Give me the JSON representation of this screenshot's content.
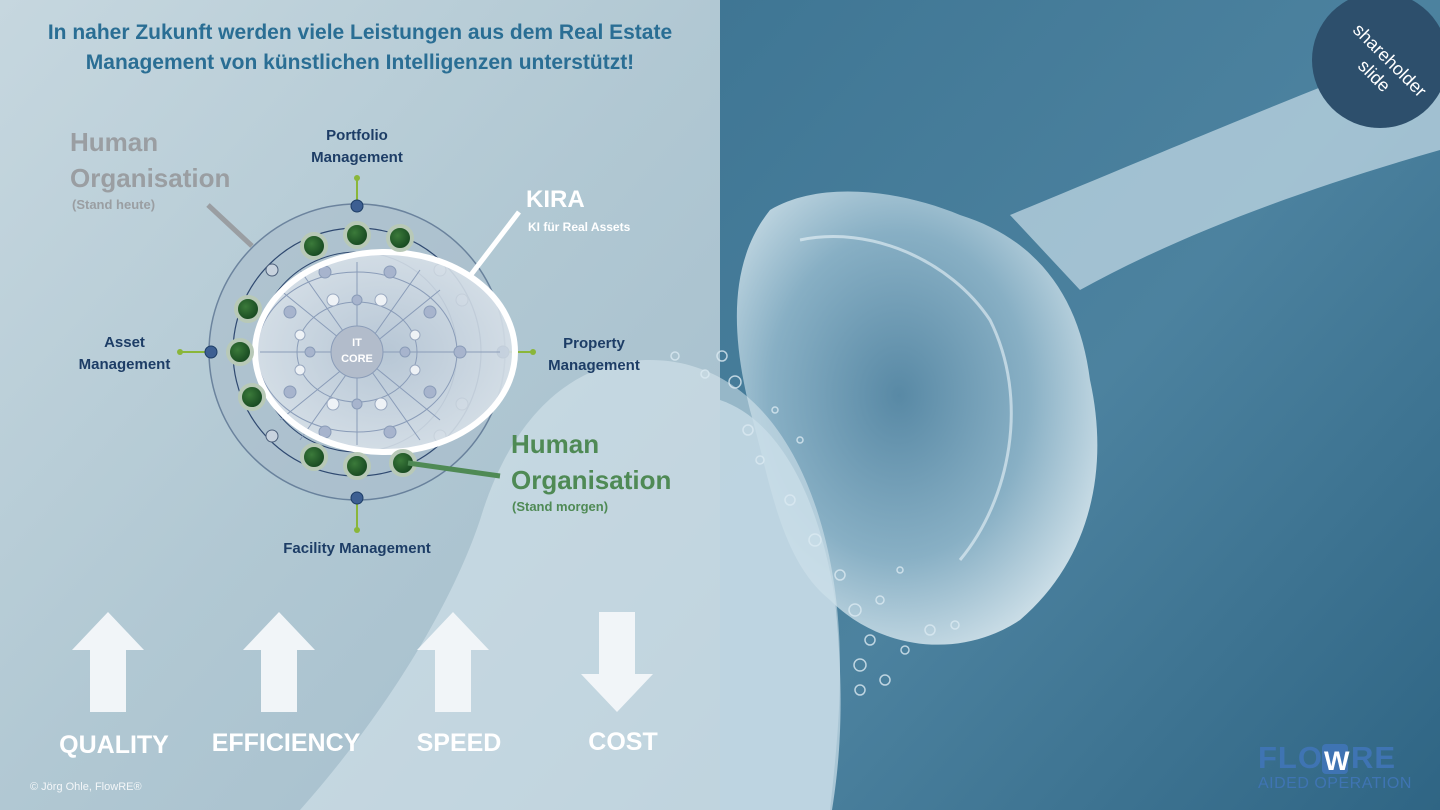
{
  "slide": {
    "headline": "In naher Zukunft werden viele Leistungen aus dem Real Estate Management von künstlichen Intelligenzen unterstützt!",
    "badge": "shareholder slide",
    "copyright": "© Jörg Ohle, FlowRE®",
    "logo": {
      "name": "FLOWRE",
      "tagline": "AIDED OPERATION"
    }
  },
  "diagram": {
    "top_label": "Portfolio Management",
    "left_label": "Asset Management",
    "right_label": "Property Management",
    "bottom_label": "Facility Management",
    "core_label": "IT CORE",
    "human_today": {
      "title": "Human Organisation",
      "subtitle": "(Stand heute)"
    },
    "kira": {
      "title": "KIRA",
      "subtitle": "KI für Real Assets"
    },
    "human_tomorrow": {
      "title": "Human Organisation",
      "subtitle": "(Stand morgen)"
    }
  },
  "kpis": [
    {
      "label": "QUALITY",
      "direction": "up"
    },
    {
      "label": "EFFICIENCY",
      "direction": "up"
    },
    {
      "label": "SPEED",
      "direction": "up"
    },
    {
      "label": "COST",
      "direction": "down"
    }
  ],
  "colors": {
    "headline": "#2a6e94",
    "navy_label": "#1d3d66",
    "human_today": "#9a9ea2",
    "human_tomorrow": "#4f8a55",
    "logo": "#3f74b3",
    "right_panel": "#3f7797"
  }
}
